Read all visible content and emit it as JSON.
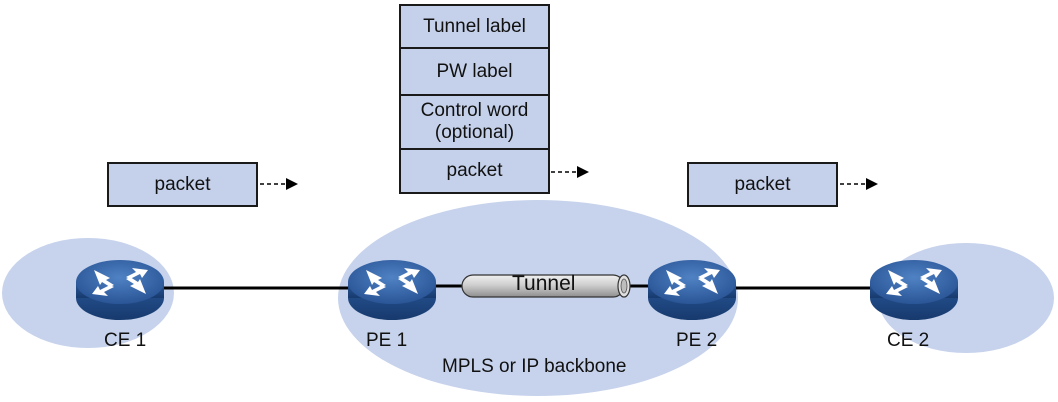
{
  "colors": {
    "background": "#ffffff",
    "cloud_fill": "#c7d3ec",
    "header_fill": "#c5d1ea",
    "router_blue": "#2d5fa3",
    "tunnel_fill": "#c8c8c8",
    "line": "#000000"
  },
  "header_stack": [
    "Tunnel label",
    "PW label",
    "Control word\n(optional)",
    "packet"
  ],
  "packets": {
    "left": "packet",
    "right": "packet"
  },
  "nodes": {
    "ce1": {
      "label": "CE 1",
      "icon": "router-icon"
    },
    "pe1": {
      "label": "PE 1",
      "icon": "router-icon"
    },
    "pe2": {
      "label": "PE 2",
      "icon": "router-icon"
    },
    "ce2": {
      "label": "CE 2",
      "icon": "router-icon"
    }
  },
  "tunnel_label": "Tunnel",
  "backbone_label": "MPLS or IP backbone"
}
